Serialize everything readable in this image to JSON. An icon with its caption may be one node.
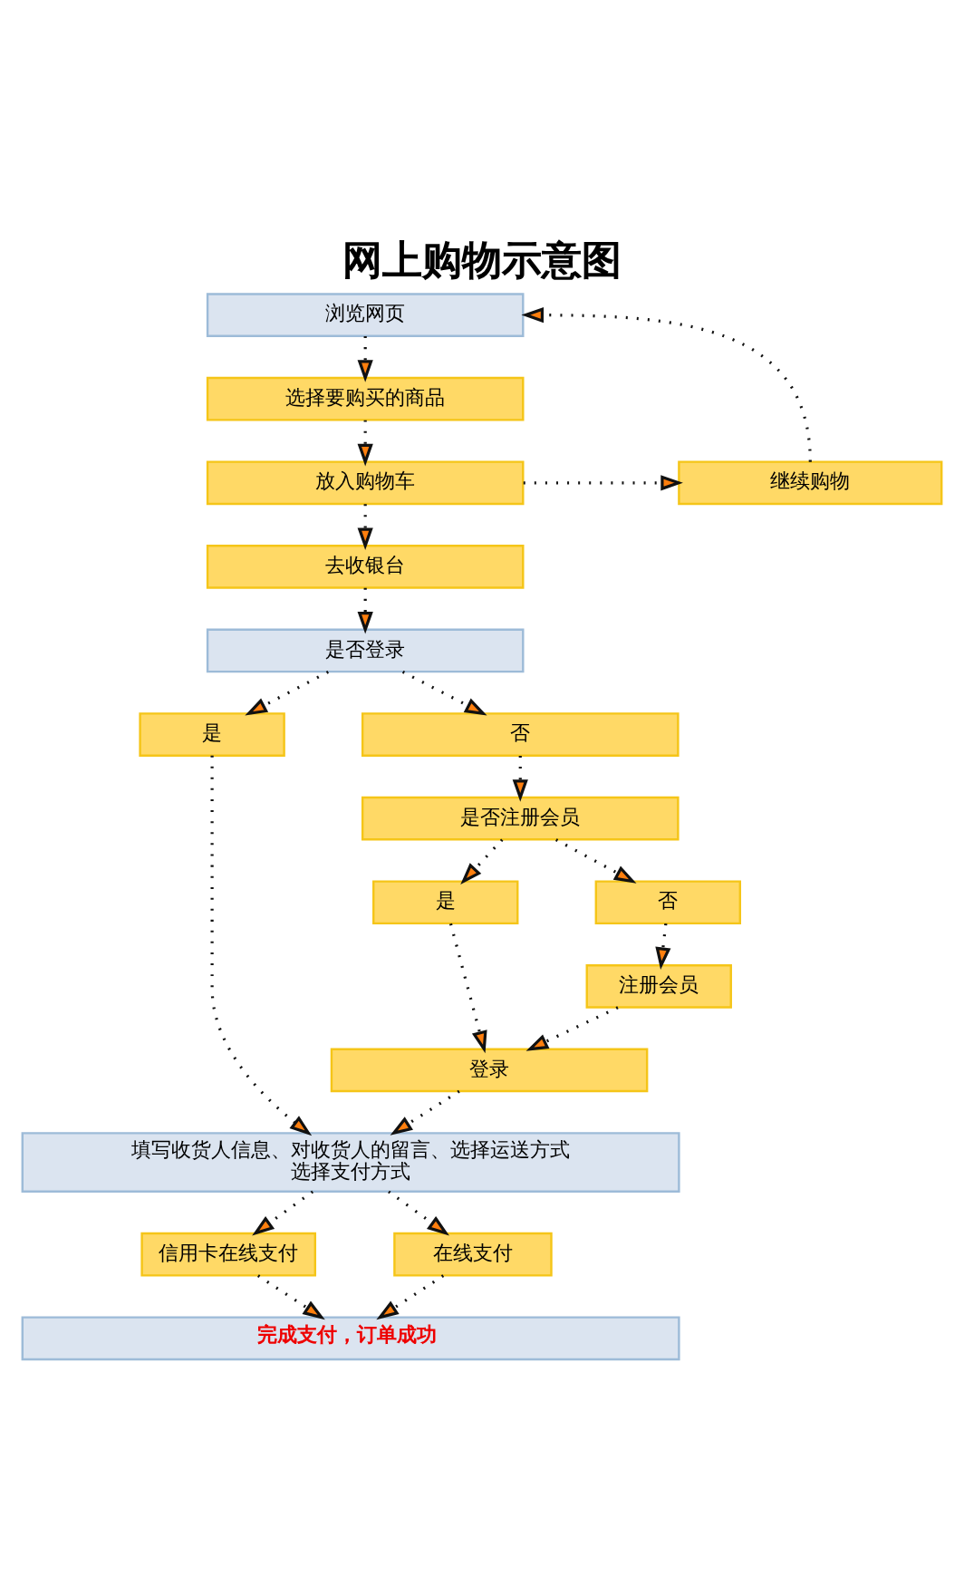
{
  "diagram": {
    "title": "网上购物示意图",
    "nodes": [
      {
        "text": [
          "浏览网页"
        ]
      },
      {
        "text": [
          "选择要购买的商品"
        ]
      },
      {
        "text": [
          "放入购物车"
        ]
      },
      {
        "text": [
          "继续购物"
        ]
      },
      {
        "text": [
          "去收银台"
        ]
      },
      {
        "text": [
          "是否登录"
        ]
      },
      {
        "text": [
          "是"
        ]
      },
      {
        "text": [
          "否"
        ]
      },
      {
        "text": [
          "是否注册会员"
        ]
      },
      {
        "text": [
          "是"
        ]
      },
      {
        "text": [
          "否"
        ]
      },
      {
        "text": [
          "注册会员"
        ]
      },
      {
        "text": [
          "登录"
        ]
      },
      {
        "text": [
          "填写收货人信息、对收货人的留言、选择运送方式",
          "选择支付方式"
        ]
      },
      {
        "text": [
          "信用卡在线支付"
        ]
      },
      {
        "text": [
          "在线支付"
        ]
      },
      {
        "text": [
          "完成支付，订单成功"
        ]
      }
    ],
    "edges": [
      {
        "from": 0,
        "to": 1,
        "arrow": "to"
      },
      {
        "from": 1,
        "to": 2,
        "arrow": "to"
      },
      {
        "from": 2,
        "to": 3,
        "arrow": "to"
      },
      {
        "from": 3,
        "to": 0,
        "arrow": "to"
      },
      {
        "from": 2,
        "to": 4,
        "arrow": "to"
      },
      {
        "from": 4,
        "to": 5,
        "arrow": "to"
      },
      {
        "from": 5,
        "to": 6,
        "arrow": "to"
      },
      {
        "from": 5,
        "to": 7,
        "arrow": "to"
      },
      {
        "from": 7,
        "to": 8,
        "arrow": "to"
      },
      {
        "from": 8,
        "to": 9,
        "arrow": "to"
      },
      {
        "from": 8,
        "to": 10,
        "arrow": "to"
      },
      {
        "from": 10,
        "to": 11,
        "arrow": "to"
      },
      {
        "from": 9,
        "to": 12,
        "arrow": "to"
      },
      {
        "from": 11,
        "to": 12,
        "arrow": "to"
      },
      {
        "from": 6,
        "to": 13,
        "arrow": "to"
      },
      {
        "from": 12,
        "to": 13,
        "arrow": "to"
      },
      {
        "from": 13,
        "to": 14,
        "arrow": "to"
      },
      {
        "from": 13,
        "to": 15,
        "arrow": "to"
      },
      {
        "from": 14,
        "to": 16,
        "arrow": "to"
      },
      {
        "from": 15,
        "to": 16,
        "arrow": "to"
      }
    ]
  }
}
